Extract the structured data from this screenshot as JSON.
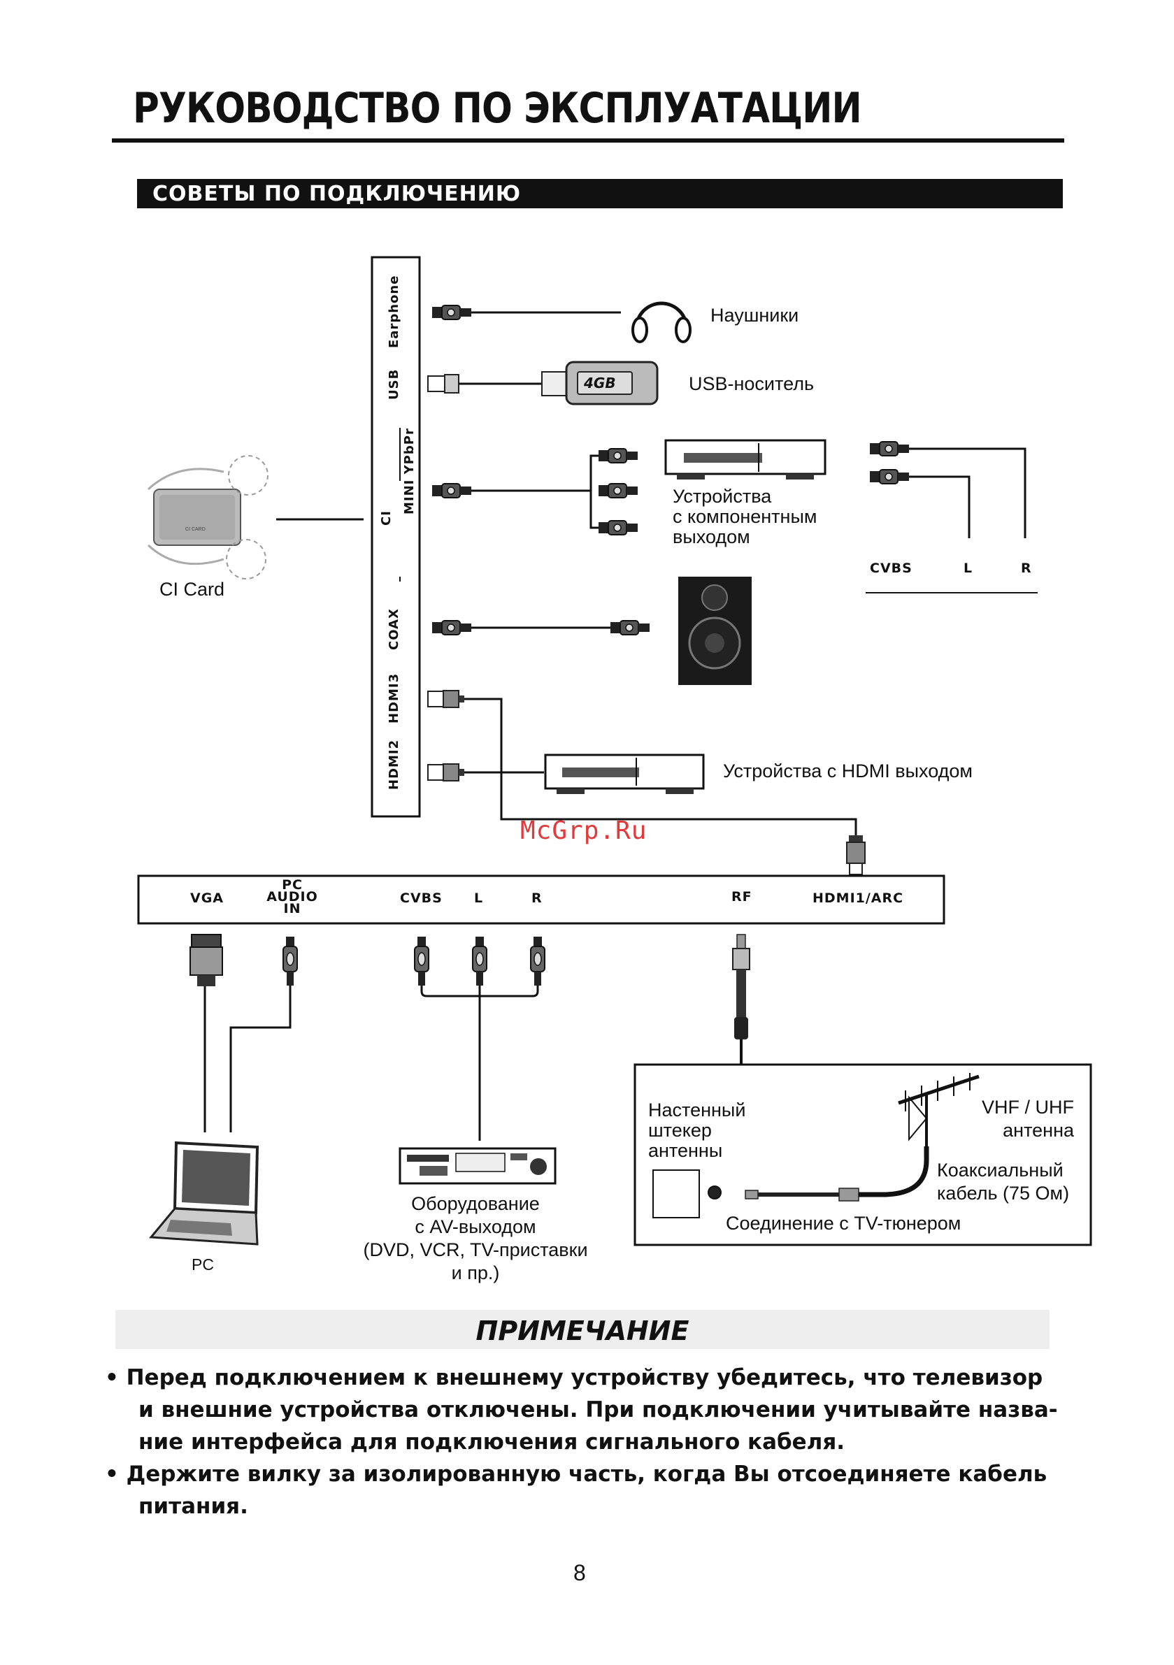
{
  "header": {
    "title": "РУКОВОДСТВО ПО ЭКСПЛУАТАЦИИ",
    "section": "СОВЕТЫ ПО ПОДКЛЮЧЕНИЮ"
  },
  "side_panel": {
    "ports": [
      "Earphone",
      "USB",
      "MINI YPbPr",
      "CI",
      "COAX",
      "HDMI3",
      "HDMI2"
    ]
  },
  "bottom_panel": {
    "ports": {
      "vga": "VGA",
      "pc_audio_1": "PC",
      "pc_audio_2": "AUDIO",
      "pc_audio_3": "IN",
      "cvbs": "CVBS",
      "l": "L",
      "r": "R",
      "rf": "RF",
      "hdmi1": "HDMI1/ARC"
    }
  },
  "devices": {
    "headphones": "Наушники",
    "usb": "USB-носитель",
    "component_1": "Устройства",
    "component_2": "с компонентным",
    "component_3": "выходом",
    "ci_card": "CI Card",
    "ci_card_text": "CI CARD",
    "usb_capacity": "4GB",
    "hdmi_device": "Устройства  с HDMI выходом",
    "cvbs_legend": {
      "cvbs": "CVBS",
      "l": "L",
      "r": "R"
    },
    "pc": "PC",
    "av_1": "Оборудование",
    "av_2": "с AV-выходом",
    "av_3": "(DVD, VCR, TV-приставки",
    "av_4": "и пр.)"
  },
  "antenna_box": {
    "wall_1": "Настенный",
    "wall_2": "штекер",
    "wall_3": "антенны",
    "vhf_1": "VHF / UHF",
    "vhf_2": "антенна",
    "coax_1": "Коаксиальный",
    "coax_2": "кабель (75 Ом)",
    "tuner": "Соединение с TV-тюнером"
  },
  "watermark": "McGrp.Ru",
  "note": {
    "title": "ПРИМЕЧАНИЕ",
    "b1_l1": "•  Перед  подключением  к  внешнему  устройству  убедитесь,  что  телевизор",
    "b1_l2": "и внешние  устройства  отключены.  При  подключении  учитывайте  назва-",
    "b1_l3": "ние интерфейса для подключения сигнального кабеля.",
    "b2_l1": "•  Держите  вилку  за  изолированную  часть,  когда  Вы  отсоединяете  кабель",
    "b2_l2": "питания."
  },
  "page_number": "8"
}
